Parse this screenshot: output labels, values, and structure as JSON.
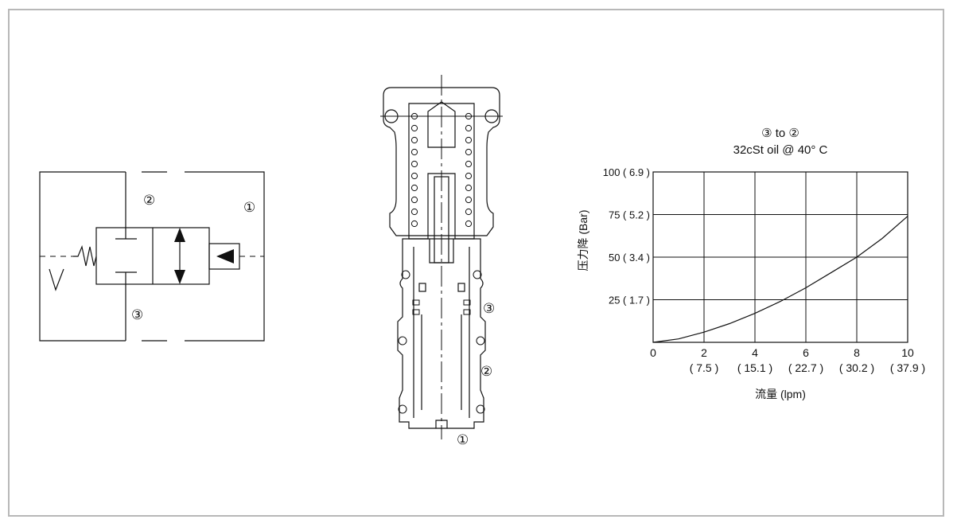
{
  "schematic": {
    "port_1": "①",
    "port_2": "②",
    "port_3": "③"
  },
  "cutaway": {
    "port_1": "①",
    "port_2": "②",
    "port_3": "③"
  },
  "chart_data": {
    "type": "line",
    "title_line1": "③ to ②",
    "title_line2": "32cSt oil @ 40°  C",
    "ylabel": "压力降 (Bar)",
    "xlabel": "流量 (lpm)",
    "xlim": [
      0,
      10
    ],
    "ylim": [
      0,
      100
    ],
    "grid": true,
    "x_ticks": [
      "0",
      "2",
      "4",
      "6",
      "8",
      "10"
    ],
    "x_ticks_secondary": [
      "( 7.5 )",
      "( 15.1 )",
      "( 22.7 )",
      "( 30.2 )",
      "( 37.9 )"
    ],
    "y_ticks": [
      "100 ( 6.9 )",
      "75  ( 5.2 )",
      "50  ( 3.4 )",
      "25  ( 1.7 )"
    ],
    "series": [
      {
        "x": [
          0,
          1,
          2,
          3,
          4,
          5,
          6,
          7,
          8,
          9,
          10
        ],
        "y": [
          0,
          2,
          6,
          11,
          17,
          24,
          32,
          41,
          50,
          61,
          74
        ]
      }
    ]
  }
}
